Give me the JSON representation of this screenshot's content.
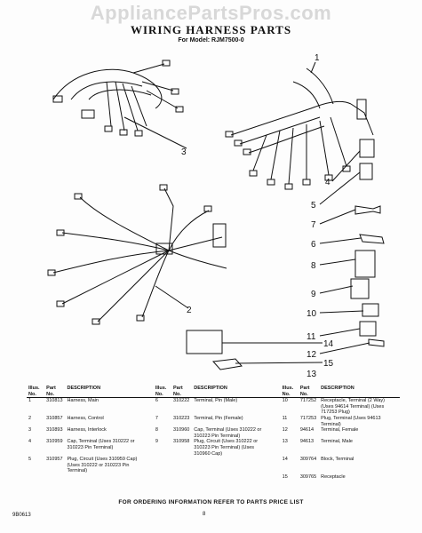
{
  "watermark": "AppliancePartsPros.com",
  "title": "WIRING HARNESS PARTS",
  "subtitle": "For Model: RJM7500-0",
  "callouts": [
    "1",
    "2",
    "3",
    "4",
    "5",
    "6",
    "7",
    "8",
    "9",
    "10",
    "11",
    "12",
    "13",
    "14",
    "15"
  ],
  "table": {
    "headers": {
      "illus": "Illus. No.",
      "part": "Part No.",
      "desc": "DESCRIPTION"
    },
    "columns": [
      [
        {
          "illus": "1",
          "part": "310813",
          "desc": "Harness, Main"
        },
        {
          "illus": "2",
          "part": "310857",
          "desc": "Harness, Control"
        },
        {
          "illus": "3",
          "part": "310893",
          "desc": "Harness, Interlock"
        },
        {
          "illus": "4",
          "part": "310959",
          "desc": "Cap, Terminal (Uses 310222 or 310223 Pin Terminal)"
        },
        {
          "illus": "5",
          "part": "310957",
          "desc": "Plug, Circuit (Uses 310959 Cap) (Uses 310222 or 310223 Pin Terminal)"
        }
      ],
      [
        {
          "illus": "6",
          "part": "310222",
          "desc": "Terminal, Pin (Male)"
        },
        {
          "illus": "7",
          "part": "310223",
          "desc": "Terminal, Pin (Female)"
        },
        {
          "illus": "8",
          "part": "310960",
          "desc": "Cap, Terminal (Uses 310222 or 310223 Pin Terminal)"
        },
        {
          "illus": "9",
          "part": "310958",
          "desc": "Plug, Circuit (Uses 310222 or 310223 Pin Terminal) (Uses 310960 Cap)"
        }
      ],
      [
        {
          "illus": "10",
          "part": "717252",
          "desc": "Receptacle, Terminal (2 Way) (Uses 94614 Terminal) (Uses 717253 Plug)"
        },
        {
          "illus": "11",
          "part": "717253",
          "desc": "Plug, Terminal (Uses 94613 Terminal)"
        },
        {
          "illus": "12",
          "part": "94614",
          "desc": "Terminal, Female"
        },
        {
          "illus": "13",
          "part": "94613",
          "desc": "Terminal, Male"
        },
        {
          "illus": "14",
          "part": "309764",
          "desc": "Block, Terminal"
        },
        {
          "illus": "15",
          "part": "309765",
          "desc": "Receptacle"
        }
      ]
    ]
  },
  "footer": "FOR ORDERING INFORMATION REFER TO PARTS PRICE LIST",
  "page_number": "8",
  "doc_code": "9B0613"
}
